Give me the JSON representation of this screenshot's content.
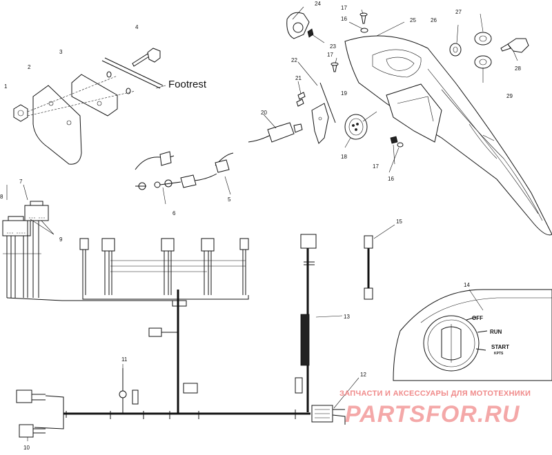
{
  "callouts": {
    "n1": "1",
    "n2": "2",
    "n3": "3",
    "n4": "4",
    "n5": "5",
    "n6": "6",
    "n7": "7",
    "n8": "8",
    "n9": "9",
    "n10": "10",
    "n11": "11",
    "n12": "12",
    "n13": "13",
    "n14": "14",
    "n15": "15",
    "n16a": "16",
    "n16b": "16",
    "n17a": "17",
    "n17b": "17",
    "n17c": "17",
    "n19": "19",
    "n20": "20",
    "n21": "21",
    "n22": "22",
    "n23": "23",
    "n24": "24",
    "n25": "25",
    "n26": "26",
    "n27": "27",
    "n28": "28",
    "n29": "29"
  },
  "labels": {
    "footrest": "Footrest"
  },
  "switch_positions": {
    "off": "OFF",
    "run": "RUN",
    "start": "START",
    "start_sub": "KPTS"
  },
  "watermark": {
    "text": "ЗАПЧАСТИ И АКСЕССУАРЫ ДЛЯ МОТОТЕХНИКИ",
    "logo": "PARTSFOR.RU"
  },
  "colors": {
    "line": "#111111",
    "watermark_text": "#f08a8a",
    "watermark_logo": "#f4a8a8"
  }
}
